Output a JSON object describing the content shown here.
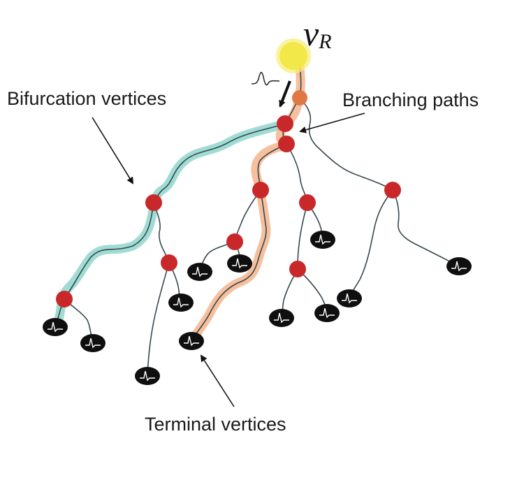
{
  "labels": {
    "root_symbol": "v",
    "root_subscript": "R",
    "bifurcation": "Bifurcation vertices",
    "branching": "Branching paths",
    "terminal": "Terminal vertices"
  },
  "colors": {
    "root": "#f2e84a",
    "root_halo": "#f7ef7a",
    "first_node": "#e07845",
    "bifurcation": "#c9282a",
    "terminal": "#0f0f0f",
    "edge": "#37474f",
    "teal_path": "#8fd6cc",
    "orange_path": "#f4b58d",
    "arrow": "#111111"
  },
  "icons": [
    "spike-pulse-icon",
    "arrow-icon"
  ]
}
